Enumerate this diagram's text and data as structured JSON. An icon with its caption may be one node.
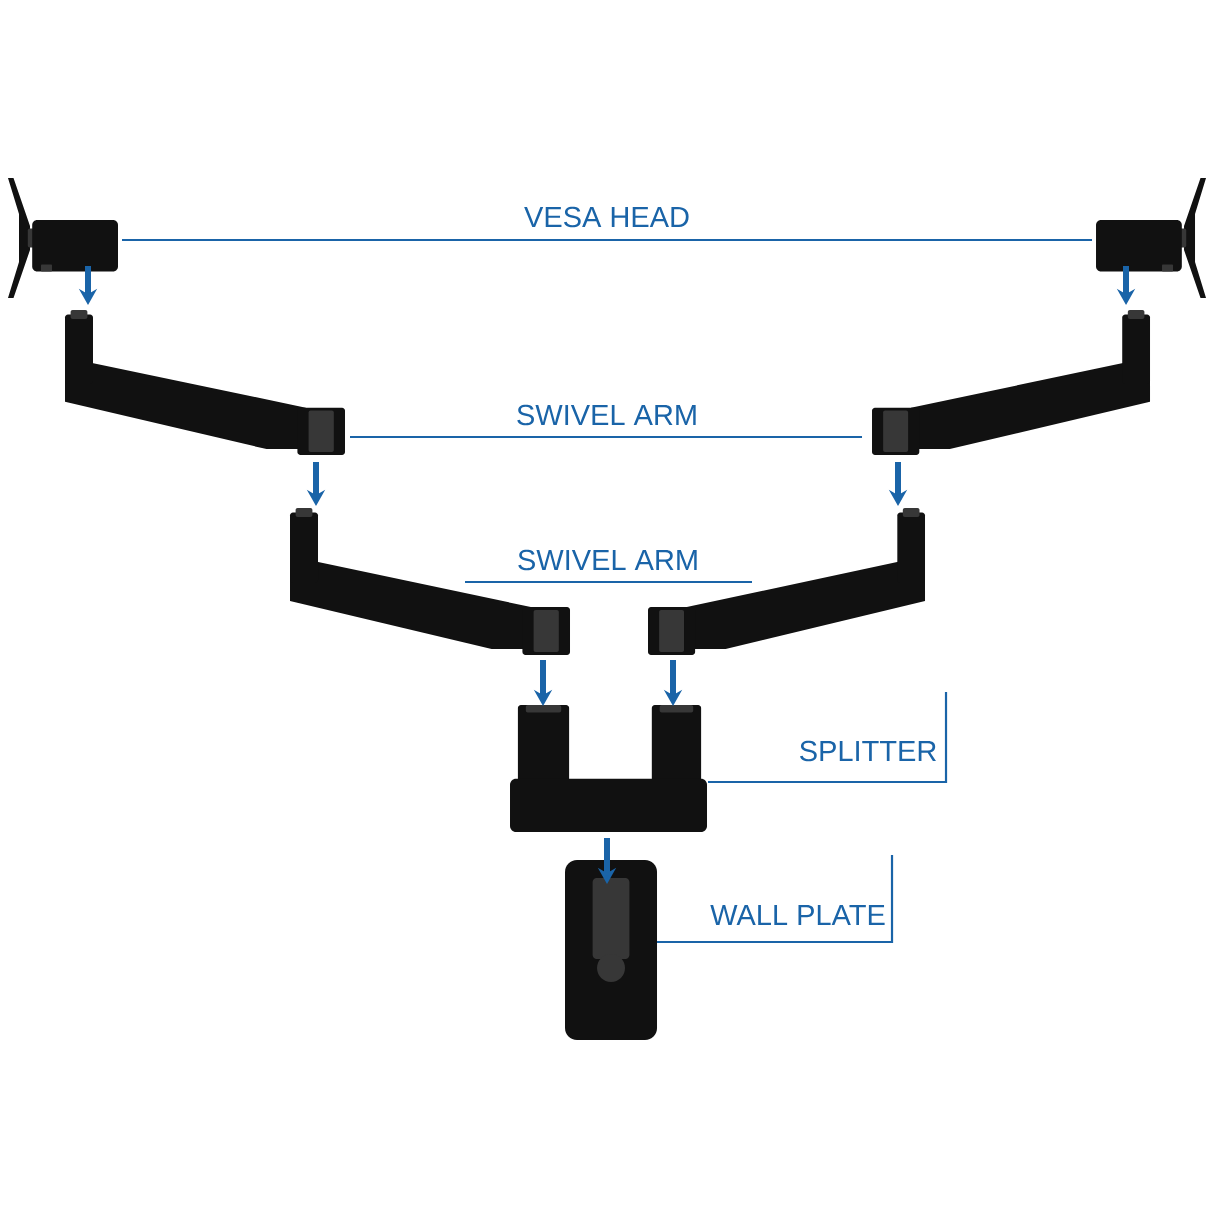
{
  "diagram": {
    "nodes": [
      {
        "text": [],
        "shape": "picture"
      },
      {
        "text": [],
        "shape": "picture"
      },
      {
        "text": [],
        "shape": "picture"
      },
      {
        "text": [],
        "shape": "picture"
      },
      {
        "text": [],
        "shape": "picture"
      },
      {
        "text": [],
        "shape": "picture"
      },
      {
        "text": [],
        "shape": "picture"
      },
      {
        "text": [],
        "shape": "picture"
      },
      {
        "text": [
          "VESA HEAD"
        ]
      },
      {
        "text": [
          "SWIVEL ARM"
        ]
      },
      {
        "text": [
          "SWIVEL ARM"
        ]
      },
      {
        "text": [
          "SPLITTER"
        ]
      },
      {
        "text": [
          "WALL PLATE"
        ]
      }
    ],
    "edges": [
      {
        "from": 0,
        "to": 2,
        "arrow": "to",
        "style": "thick"
      },
      {
        "from": 1,
        "to": 3,
        "arrow": "to",
        "style": "thick"
      },
      {
        "from": 2,
        "to": 4,
        "arrow": "to",
        "style": "thick"
      },
      {
        "from": 3,
        "to": 5,
        "arrow": "to",
        "style": "thick"
      },
      {
        "from": 4,
        "to": 6,
        "arrow": "to",
        "style": "thick"
      },
      {
        "from": 5,
        "to": 6,
        "arrow": "to",
        "style": "thick"
      },
      {
        "from": 6,
        "to": 7,
        "arrow": "to",
        "style": "thick"
      },
      {
        "from": 8,
        "to": 0,
        "arrow": "none"
      },
      {
        "from": 8,
        "to": 1,
        "arrow": "none"
      },
      {
        "from": 9,
        "to": 2,
        "arrow": "none"
      },
      {
        "from": 9,
        "to": 3,
        "arrow": "none"
      },
      {
        "from": 10,
        "to": 4,
        "arrow": "none"
      },
      {
        "from": 10,
        "to": 5,
        "arrow": "none"
      },
      {
        "from": 11,
        "to": 6,
        "arrow": "none"
      },
      {
        "from": 12,
        "to": 7,
        "arrow": "none"
      }
    ]
  }
}
